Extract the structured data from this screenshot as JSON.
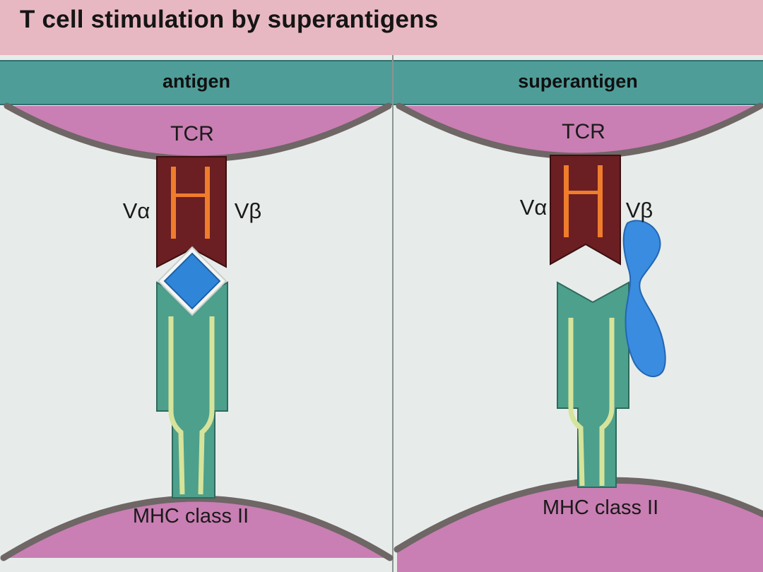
{
  "title": "T cell stimulation by superantigens",
  "panels": [
    {
      "header": "antigen",
      "tcr": "TCR",
      "v_alpha": "Vα",
      "v_beta": "Vβ",
      "mhc": "MHC class II"
    },
    {
      "header": "superantigen",
      "tcr": "TCR",
      "v_alpha": "Vα",
      "v_beta": "Vβ",
      "mhc": "MHC class II"
    }
  ],
  "colors": {
    "title_band": "#e8b8c2",
    "header_band": "#4f9d99",
    "panel_bg": "#e7ecea",
    "cell_membrane": "#c97fb3",
    "tcr_chain": "#6b1f22",
    "tcr_stripe": "#ef7d2c",
    "mhc_chain": "#4da08c",
    "mhc_stripe": "#d6e39a",
    "antigen": "#2f86d8",
    "superantigen": "#3a8ce0"
  },
  "icons": [
    "antigen-diamond",
    "superantigen-blob"
  ]
}
